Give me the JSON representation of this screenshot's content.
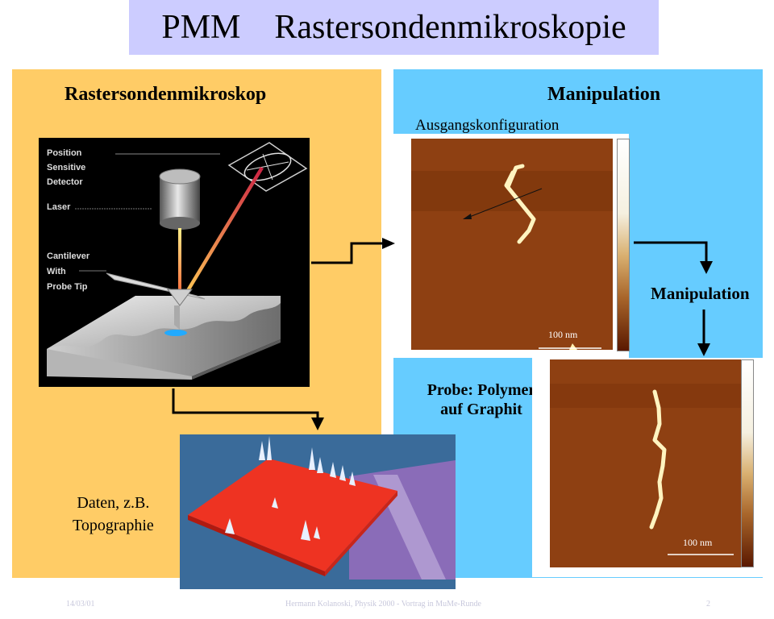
{
  "slide": {
    "title": "PMM    Rastersondenmikroskopie",
    "left_heading": "Rastersondenmikroskop",
    "right_heading": "Manipulation",
    "diagram_labels": {
      "psd_line1": "Position",
      "psd_line2": "Sensitive",
      "psd_line3": "Detector",
      "laser": "Laser",
      "cantilever_line1": "Cantilever",
      "cantilever_line2": "With",
      "cantilever_line3": "Probe Tip"
    },
    "start_config": "Ausgangskonfiguration",
    "manipulation_step": "Manipulation",
    "scale_bar_1": "100 nm",
    "scale_bar_2": "100 nm",
    "sample_line1": "Probe: Polymer",
    "sample_line2": "auf Graphit",
    "data_line1": "Daten, z.B.",
    "data_line2": "Topographie",
    "footer_date": "14/03/01",
    "footer_center": "Hermann Kolanoski, Physik 2000 - Vortrag in MuMe-Runde",
    "footer_page": "2"
  },
  "colors": {
    "title_bg": "#ccccff",
    "left_bg": "#ffcc66",
    "right_bg": "#66ccff",
    "afm_bg": "#8a3c0e",
    "topo_bg": "#3a6b9a"
  }
}
